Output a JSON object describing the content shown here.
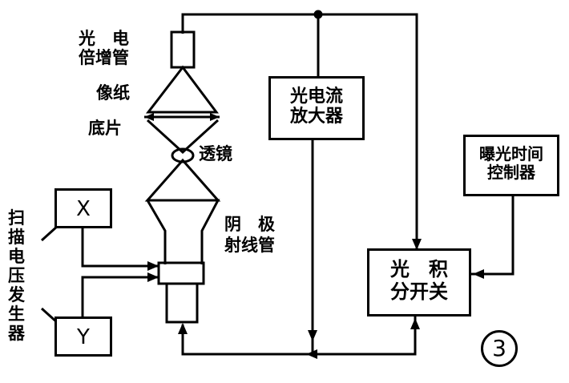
{
  "labels": {
    "pmt_line1": "光　电",
    "pmt_line2": "倍增管",
    "photo_paper": "像纸",
    "negative": "底片",
    "lens": "透镜",
    "crt_line1": "阴　极",
    "crt_line2": "射线管",
    "scan_voltage": "扫描电压发生器",
    "x_box": "X",
    "y_box": "Y",
    "amp_line1": "光电流",
    "amp_line2": "放大器",
    "timer_line1": "曝光时间",
    "timer_line2": "控制器",
    "switch_line1": "光　积",
    "switch_line2": "分开关",
    "figure_number": "3"
  }
}
